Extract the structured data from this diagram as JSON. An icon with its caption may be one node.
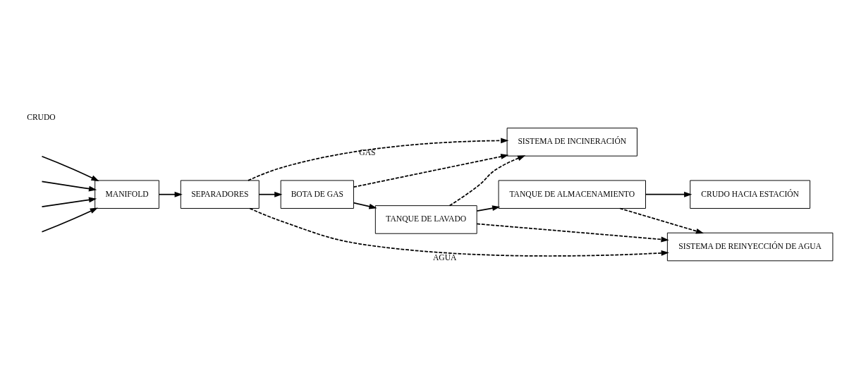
{
  "diagram": {
    "nodes": [
      {
        "text": [
          "MANIFOLD"
        ]
      },
      {
        "text": [
          "SEPARADORES"
        ]
      },
      {
        "text": [
          "SISTEMA DE INCINERACIÓN"
        ]
      },
      {
        "text": [
          "BOTA DE GAS"
        ]
      },
      {
        "text": [
          "TANQUE DE LAVADO"
        ]
      },
      {
        "text": [
          "TANQUE DE ALMACENAMIENTO"
        ]
      },
      {
        "text": [
          "CRUDO HACIA ESTACIÓN"
        ]
      },
      {
        "text": [
          "SISTEMA DE REINYECCIÓN DE AGUA"
        ]
      }
    ],
    "edges": [
      {
        "from": null,
        "to": 0,
        "arrow": "to"
      },
      {
        "from": null,
        "to": 0,
        "arrow": "to"
      },
      {
        "from": null,
        "to": 0,
        "arrow": "to"
      },
      {
        "from": null,
        "to": 0,
        "arrow": "to"
      },
      {
        "from": 0,
        "to": 1,
        "arrow": "to"
      },
      {
        "from": 1,
        "to": 3,
        "arrow": "to"
      },
      {
        "from": 3,
        "to": 4,
        "arrow": "to"
      },
      {
        "from": 4,
        "to": 5,
        "arrow": "to"
      },
      {
        "from": 5,
        "to": 6,
        "arrow": "to"
      },
      {
        "from": 1,
        "to": 2,
        "arrow": "to",
        "label": "GAS",
        "style": "dashed"
      },
      {
        "from": 3,
        "to": 2,
        "arrow": "to",
        "style": "dashed"
      },
      {
        "from": 4,
        "to": 2,
        "arrow": "to",
        "style": "dashed"
      },
      {
        "from": 1,
        "to": 7,
        "arrow": "to",
        "label": "AGUA",
        "style": "dashed"
      },
      {
        "from": 4,
        "to": 7,
        "arrow": "to",
        "style": "dashed"
      },
      {
        "from": 5,
        "to": 7,
        "arrow": "to",
        "style": "dashed"
      }
    ],
    "labels": [
      "CRUDO"
    ]
  }
}
